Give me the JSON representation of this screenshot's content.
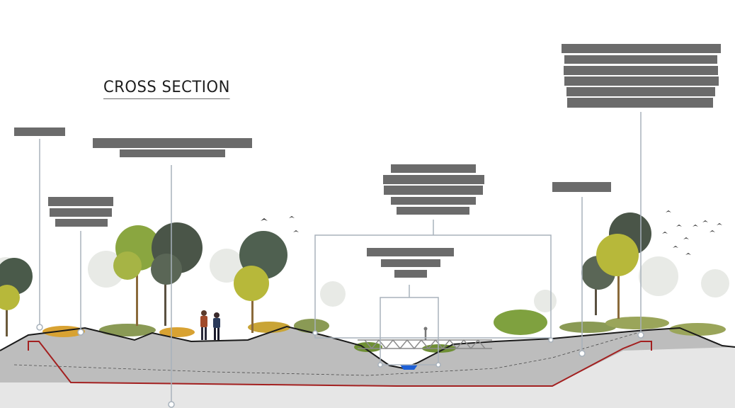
{
  "title": "CROSS SECTION",
  "colors": {
    "label_bar": "#6b6b6b",
    "leader_line": "#a8b2bc",
    "ground_fill": "#bdbdbd",
    "subsoil_fill": "#e6e6e6",
    "profile_line": "#1a1a1a",
    "liner_line": "#a32020",
    "water": "#1d5fd6",
    "tree_green": "#6f8f35",
    "tree_yellow": "#b7b83a",
    "tree_dark": "#4a5a4a",
    "shrub_orange": "#d8a232"
  },
  "callouts": [
    {
      "id": "callout-far-left",
      "bars": 1
    },
    {
      "id": "callout-left-slope",
      "bars": 3
    },
    {
      "id": "callout-path",
      "bars": 2
    },
    {
      "id": "callout-frame-top",
      "bars": 5
    },
    {
      "id": "callout-frame-inner",
      "bars": 3
    },
    {
      "id": "callout-right-slope",
      "bars": 1
    },
    {
      "id": "callout-far-right",
      "bars": 6
    }
  ],
  "icons": {
    "people": "walking-couple-icon",
    "birds": "flying-birds-icon",
    "bridge": "footbridge-icon"
  }
}
